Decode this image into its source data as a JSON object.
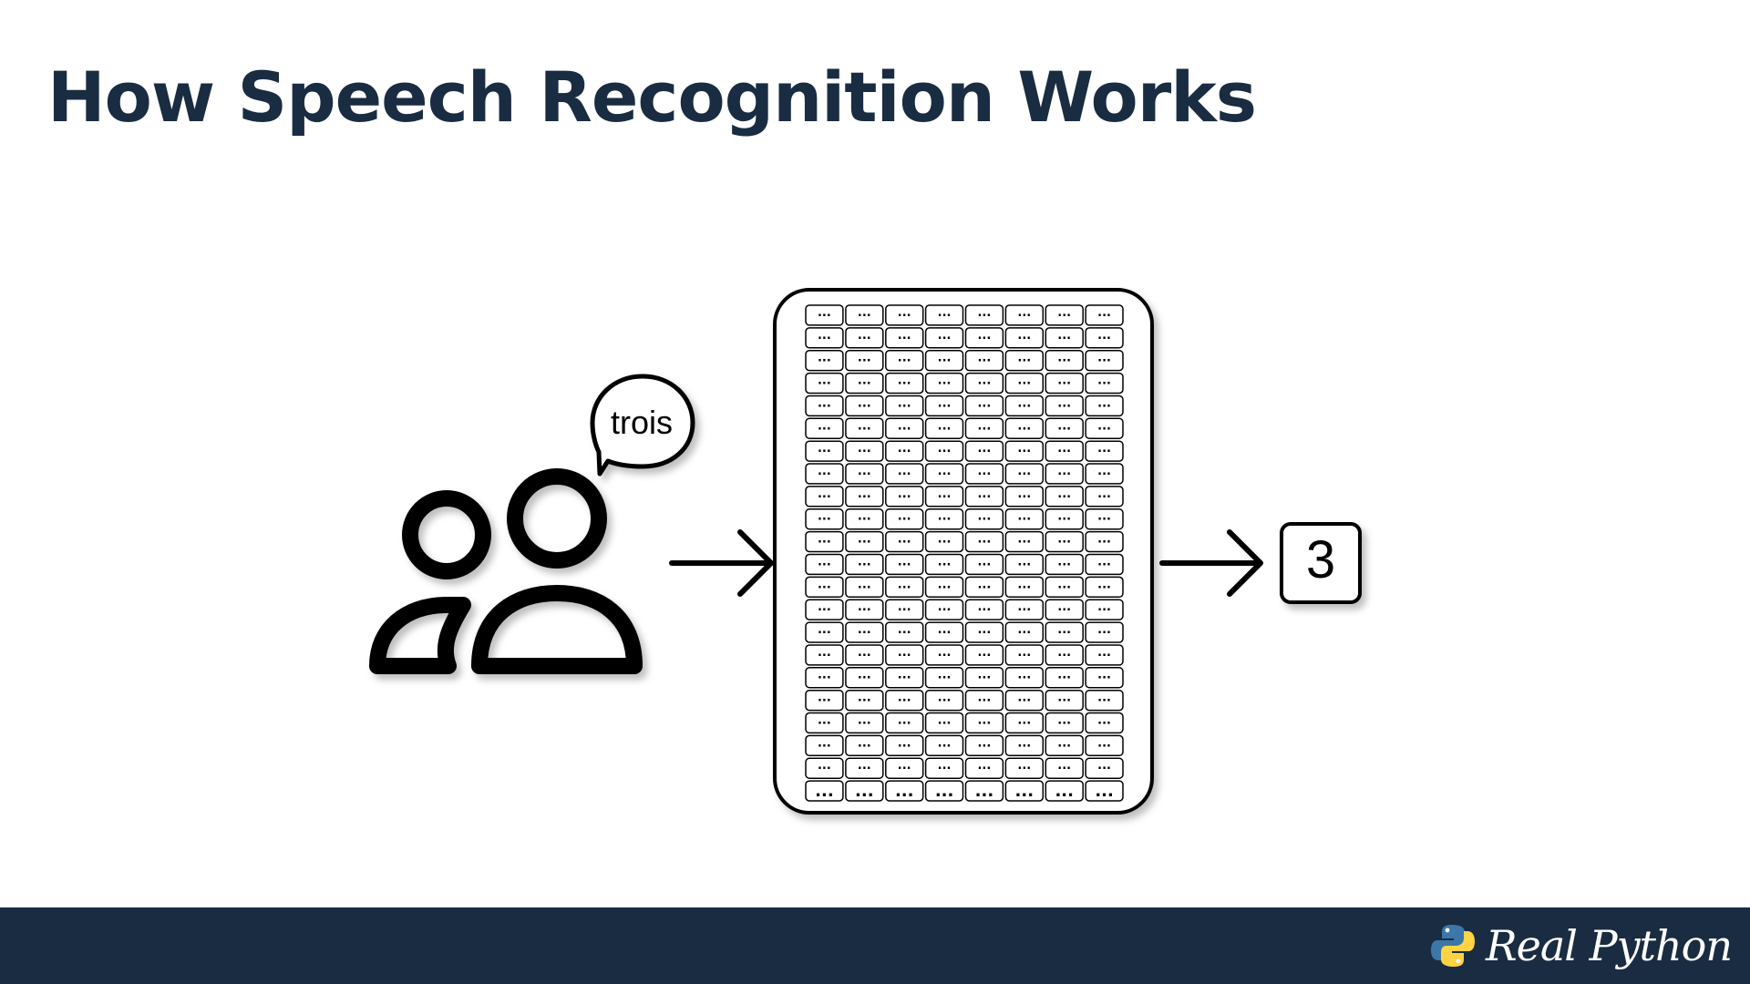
{
  "slide": {
    "title": "How Speech Recognition Works"
  },
  "diagram": {
    "speech_bubble_text": "trois",
    "grid_cell_text": "...",
    "grid_columns": 8,
    "grid_rows": 22,
    "output_value": "3"
  },
  "footer": {
    "brand_name": "Real Python"
  },
  "colors": {
    "title": "#1a2c42",
    "footer": "#1a2c42",
    "stroke": "#000000",
    "python_blue": "#3b77a8",
    "python_yellow": "#ffd343"
  }
}
